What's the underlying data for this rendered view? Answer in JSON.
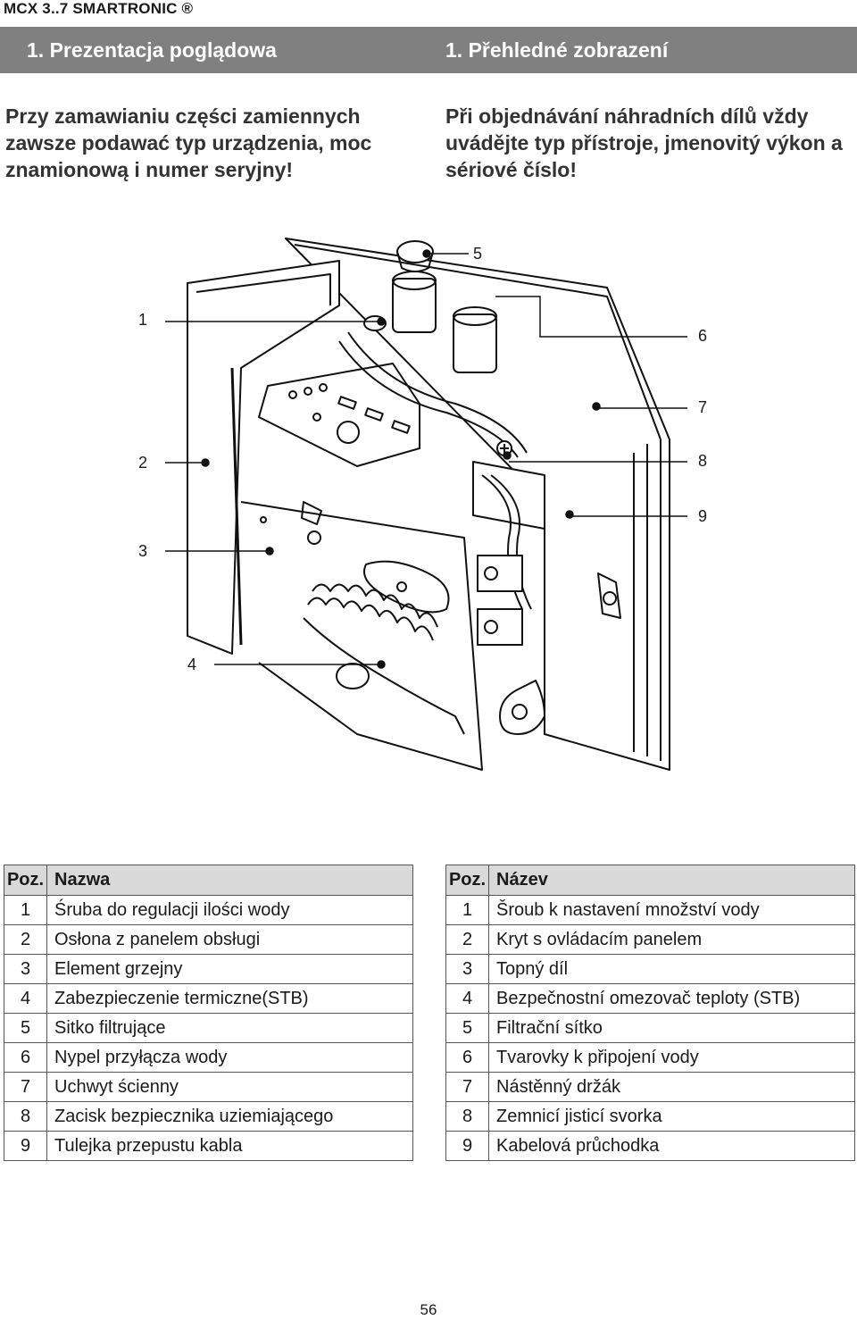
{
  "header": {
    "product": "MCX 3..7 SMARTRONIC ®"
  },
  "sections": {
    "left_title": "1. Prezentacja poglądowa",
    "right_title": "1. Přehledné zobrazení"
  },
  "intro": {
    "left": "Przy zamawianiu części zamiennych zawsze podawać typ urządzenia, moc znamionową i numer seryjny!",
    "right": "Při objednávání náhradních dílů vždy uvádějte typ přístroje, jmenovitý výkon a sériové číslo!"
  },
  "callouts": [
    "1",
    "2",
    "3",
    "4",
    "5",
    "6",
    "7",
    "8",
    "9"
  ],
  "table_pl": {
    "headers": [
      "Poz.",
      "Nazwa"
    ],
    "rows": [
      [
        "1",
        "Śruba do regulacji ilości wody"
      ],
      [
        "2",
        "Osłona z panelem obsługi"
      ],
      [
        "3",
        "Element grzejny"
      ],
      [
        "4",
        "Zabezpieczenie termiczne(STB)"
      ],
      [
        "5",
        "Sitko filtrujące"
      ],
      [
        "6",
        "Nypel przyłącza wody"
      ],
      [
        "7",
        "Uchwyt ścienny"
      ],
      [
        "8",
        "Zacisk bezpiecznika uziemiającego"
      ],
      [
        "9",
        "Tulejka przepustu kabla"
      ]
    ]
  },
  "table_cz": {
    "headers": [
      "Poz.",
      "Název"
    ],
    "rows": [
      [
        "1",
        "Šroub k nastavení množství vody"
      ],
      [
        "2",
        "Kryt s ovládacím panelem"
      ],
      [
        "3",
        "Topný díl"
      ],
      [
        "4",
        "Bezpečnostní omezovač teploty (STB)"
      ],
      [
        "5",
        "Filtrační sítko"
      ],
      [
        "6",
        "Tvarovky k připojení vody"
      ],
      [
        "7",
        "Nástěnný držák"
      ],
      [
        "8",
        "Zemnicí jisticí svorka"
      ],
      [
        "9",
        "Kabelová průchodka"
      ]
    ]
  },
  "page_number": "56"
}
